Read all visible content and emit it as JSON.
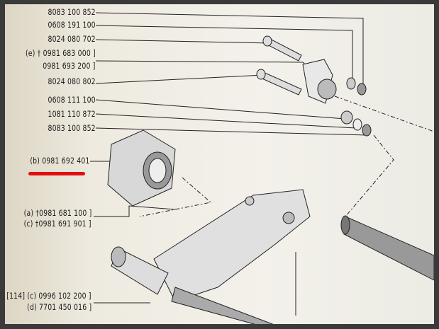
{
  "labels": [
    {
      "prefix": "",
      "number": "8083 100 852"
    },
    {
      "prefix": "",
      "number": "0608 191 100"
    },
    {
      "prefix": "",
      "number": "8024 080 702"
    },
    {
      "prefix": "(e) †",
      "number": "0981 683 000"
    },
    {
      "prefix": "",
      "number": "0981 693 200"
    },
    {
      "prefix": "",
      "number": "8024 080 802"
    },
    {
      "prefix": "",
      "number": "0608 111 100"
    },
    {
      "prefix": "",
      "number": "1081 110 872"
    },
    {
      "prefix": "",
      "number": "8083 100 852"
    },
    {
      "prefix": "(b)",
      "number": "0981 692 401"
    },
    {
      "prefix": "(a) †",
      "number": "0981 681 100"
    },
    {
      "prefix": "(c) †",
      "number": "0981 691 901"
    },
    {
      "prefix": "[114] (c)",
      "number": "0996 102 200"
    },
    {
      "prefix": "(d)",
      "number": "7701 450 016"
    }
  ],
  "highlight_color": "#e01010"
}
